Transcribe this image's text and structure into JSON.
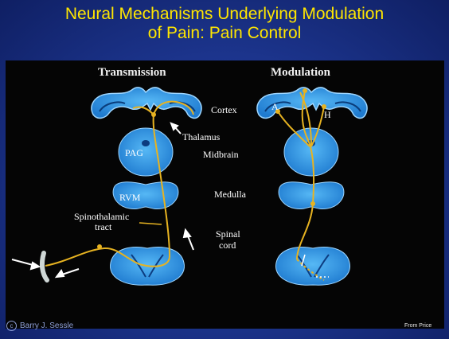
{
  "slide": {
    "title_line1": "Neural Mechanisms Underlying Modulation",
    "title_line2": "of Pain: Pain Control"
  },
  "figure": {
    "transmission_heading": "Transmission",
    "modulation_heading": "Modulation",
    "labels": {
      "cortex": "Cortex",
      "thalamus": "Thalamus",
      "midbrain": "Midbrain",
      "medulla": "Medulla",
      "spinothalamic_line1": "Spinothalamic",
      "spinothalamic_line2": "tract",
      "spinal_line1": "Spinal",
      "spinal_line2": "cord",
      "pag": "PAG",
      "rvm": "RVM",
      "a": "A",
      "h": "H"
    }
  },
  "footer": {
    "copyright_symbol": "c",
    "copyright": "Barry J. Sessle",
    "source": "From Price"
  },
  "colors": {
    "title": "#ffe600",
    "tissue": "#3a9ee8",
    "pathway": "#e7b321"
  }
}
